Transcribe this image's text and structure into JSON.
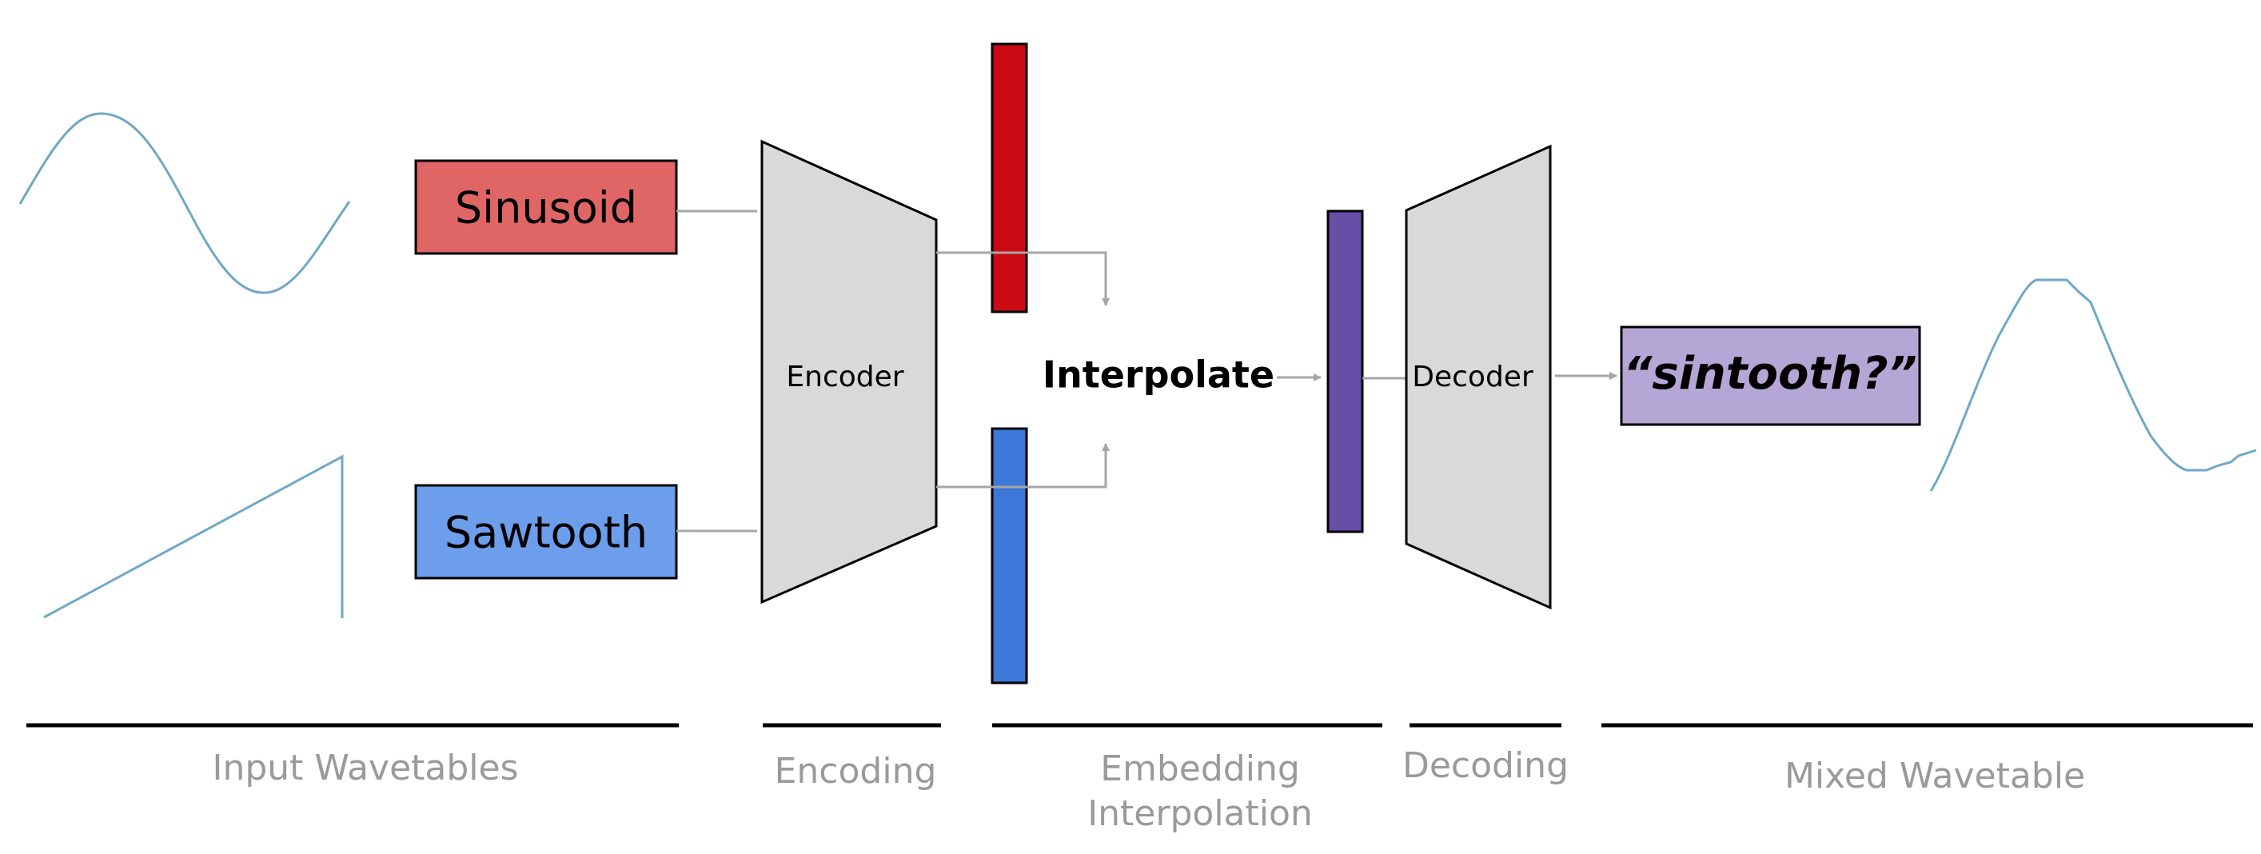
{
  "colors": {
    "sinusoid_box": "#e06666",
    "sawtooth_box": "#6d9eeb",
    "red_embedding": "#cc0a14",
    "blue_embedding": "#3c78d8",
    "purple_embedding": "#674ea7",
    "output_box": "#b4a7d6",
    "trapezoid": "#d9d9d9",
    "connector": "#a6a6a6",
    "waveform": "#6fa8c8",
    "section_label": "#9a9a9a"
  },
  "inputs": {
    "sinusoid_label": "Sinusoid",
    "sawtooth_label": "Sawtooth"
  },
  "encoder": {
    "label": "Encoder"
  },
  "interpolate": {
    "label": "Interpolate"
  },
  "decoder": {
    "label": "Decoder"
  },
  "output": {
    "label": "“sintooth?”"
  },
  "sections": {
    "input_wavetables": "Input Wavetables",
    "encoding": "Encoding",
    "embedding_line1": "Embedding",
    "embedding_line2": "Interpolation",
    "decoding": "Decoding",
    "mixed_wavetable": "Mixed Wavetable"
  }
}
